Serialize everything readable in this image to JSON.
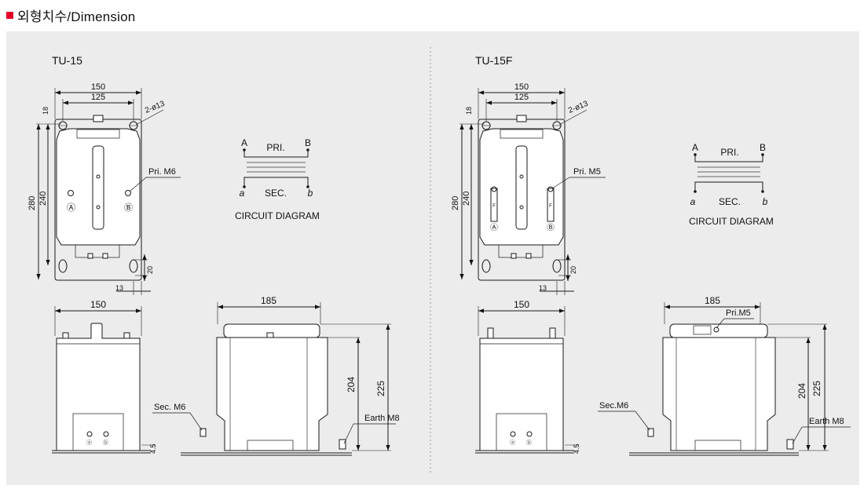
{
  "header": {
    "title": "외형치수/Dimension",
    "accent_color": "#e4002b"
  },
  "panel_bg": "#ececec",
  "left": {
    "model": "TU-15",
    "dims": {
      "w150": "150",
      "w125": "125",
      "hole": "2-ø13",
      "d18": "18",
      "h280": "280",
      "h240": "240",
      "pri": "Pri. M6",
      "d20": "20",
      "d13": "13",
      "side150": "150",
      "top185": "185",
      "h204": "204",
      "h225": "225",
      "sec": "Sec. M6",
      "earth": "Earth M8",
      "d45": "4.5"
    },
    "terminals": {
      "A": "Ⓐ",
      "B": "Ⓑ",
      "a": "ⓐ",
      "b": "ⓑ"
    },
    "circuit": {
      "A": "A",
      "B": "B",
      "pri": "PRI.",
      "sec": "SEC.",
      "a": "a",
      "b": "b",
      "caption": "CIRCUIT DIAGRAM"
    }
  },
  "right": {
    "model": "TU-15F",
    "dims": {
      "w150": "150",
      "w125": "125",
      "hole": "2-ø13",
      "d18": "18",
      "h280": "280",
      "h240": "240",
      "pri": "Pri. M5",
      "d20": "20",
      "d13": "13",
      "side150": "150",
      "top185": "185",
      "pri2": "Pri.M5",
      "h204": "204",
      "h225": "225",
      "sec": "Sec.M6",
      "earth": "Earth M8",
      "d45": "4.5",
      "fuse": "F"
    },
    "terminals": {
      "A": "Ⓐ",
      "B": "Ⓑ",
      "a": "ⓐ",
      "b": "ⓑ"
    },
    "circuit": {
      "A": "A",
      "B": "B",
      "pri": "PRI.",
      "sec": "SEC.",
      "a": "a",
      "b": "b",
      "caption": "CIRCUIT DIAGRAM"
    }
  }
}
